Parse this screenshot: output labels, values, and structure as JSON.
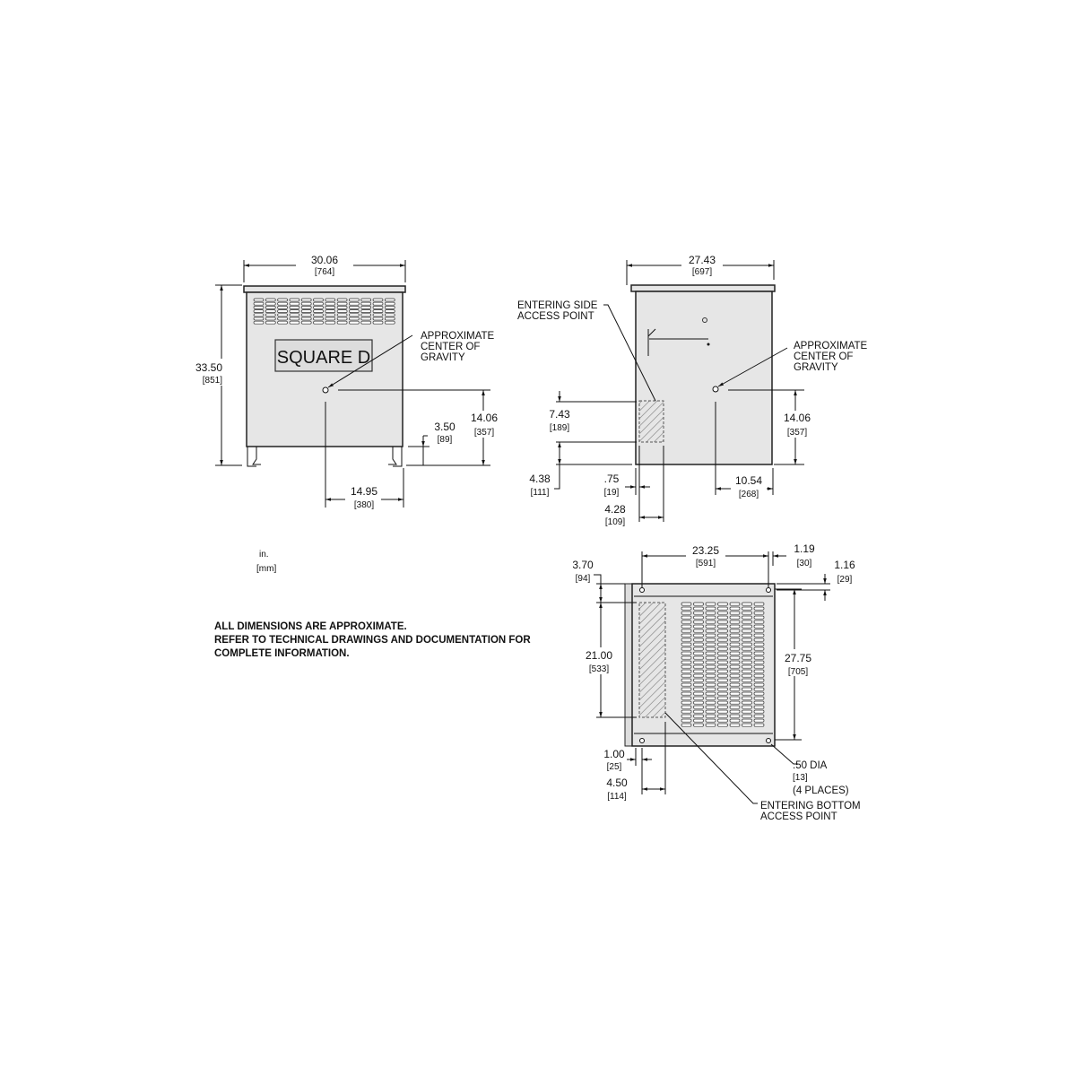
{
  "front_view": {
    "brand_label": "SQUARE D",
    "width": {
      "in": "30.06",
      "mm": "[764]"
    },
    "height": {
      "in": "33.50",
      "mm": "[851]"
    },
    "cog_height": {
      "in": "14.06",
      "mm": "[357]"
    },
    "leg_height": {
      "in": "3.50",
      "mm": "[89]"
    },
    "cog_offset": {
      "in": "14.95",
      "mm": "[380]"
    },
    "cog_label": [
      "APPROXIMATE",
      "CENTER  OF",
      "GRAVITY"
    ]
  },
  "side_view": {
    "width": {
      "in": "27.43",
      "mm": "[697]"
    },
    "access_label": [
      "ENTERING  SIDE",
      "ACCESS  POINT"
    ],
    "cog_label": [
      "APPROXIMATE",
      "CENTER  OF",
      "GRAVITY"
    ],
    "access_height": {
      "in": "7.43",
      "mm": "[189]"
    },
    "access_bottom": {
      "in": "4.38",
      "mm": "[111]"
    },
    "access_offset": {
      "in": ".75",
      "mm": "[19]"
    },
    "access_width": {
      "in": "4.28",
      "mm": "[109]"
    },
    "cog_height": {
      "in": "14.06",
      "mm": "[357]"
    },
    "cog_offset": {
      "in": "10.54",
      "mm": "[268]"
    }
  },
  "bottom_view": {
    "hole_span": {
      "in": "23.25",
      "mm": "[591]"
    },
    "hole_edge_x": {
      "in": "1.19",
      "mm": "[30]"
    },
    "hole_edge_y": {
      "in": "1.16",
      "mm": "[29]"
    },
    "access_top": {
      "in": "3.70",
      "mm": "[94]"
    },
    "access_length": {
      "in": "21.00",
      "mm": "[533]"
    },
    "depth_span": {
      "in": "27.75",
      "mm": "[705]"
    },
    "access_offset": {
      "in": "1.00",
      "mm": "[25]"
    },
    "access_width": {
      "in": "4.50",
      "mm": "[114]"
    },
    "hole_dia": [
      ".50  DIA",
      "[13]",
      "(4  PLACES)"
    ],
    "access_label": [
      "ENTERING  BOTTOM",
      "ACCESS  POINT"
    ]
  },
  "units": {
    "in": "in.",
    "mm": "[mm]"
  },
  "notes": [
    "ALL DIMENSIONS ARE APPROXIMATE.",
    "REFER TO TECHNICAL DRAWINGS AND DOCUMENTATION FOR",
    "COMPLETE INFORMATION."
  ]
}
